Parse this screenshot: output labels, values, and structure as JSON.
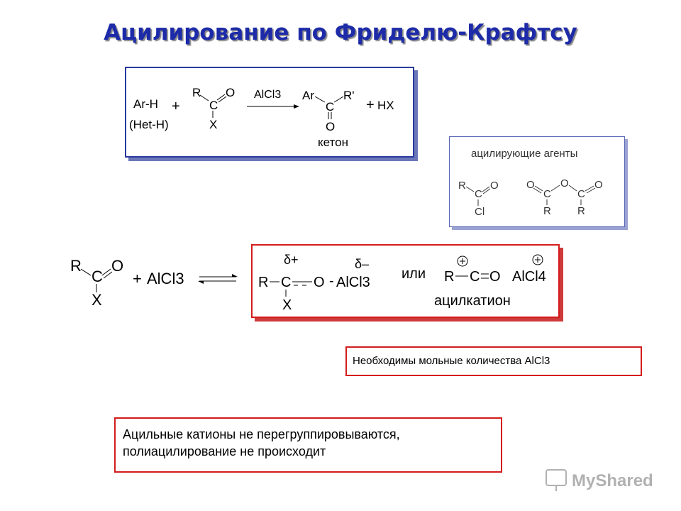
{
  "title": "Ацилирование по Фриделю-Крафтсу",
  "reaction": {
    "substrate": "Ar-H",
    "substrate_alt": "(Het-H)",
    "plus_1": "+",
    "reagent_R": "R",
    "reagent_C": "C",
    "reagent_O": "O",
    "reagent_X": "X",
    "catalyst": "AlCl3",
    "product_Ar": "Ar",
    "product_R": "R'",
    "product_C": "C",
    "product_O": "O",
    "product_label": "кетон",
    "plus_2": "+",
    "byproduct": "HX"
  },
  "agents": {
    "title": "ацилирующие агенты",
    "chloride": {
      "R": "R",
      "C": "C",
      "O": "O",
      "Cl": "Cl"
    },
    "anhydride": {
      "O1": "O",
      "O2": "O",
      "O3": "O",
      "C1": "C",
      "C2": "C",
      "R1": "R",
      "R2": "R"
    }
  },
  "complex": {
    "R": "R",
    "C": "C",
    "O": "O",
    "X": "X",
    "plus": "+",
    "lewis_acid": "AlCl3",
    "delta_plus": "δ+",
    "delta_minus": "δ–",
    "cx_R": "R",
    "cx_C": "C",
    "cx_O": "O",
    "cx_X": "X",
    "cx_dash": "-",
    "cx_AlCl3": "AlCl3",
    "or": "или",
    "cat_R": "R",
    "cat_C": "C",
    "cat_O": "O",
    "cat_AlCl4": "AlCl4",
    "cat_label": "ацилкатион"
  },
  "notes": {
    "molar": "Необходимы мольные количества AlCl3",
    "cations": "Ацильные катионы не перегруппировываются, полиацилирование не происходит"
  },
  "watermark": "MyShared"
}
